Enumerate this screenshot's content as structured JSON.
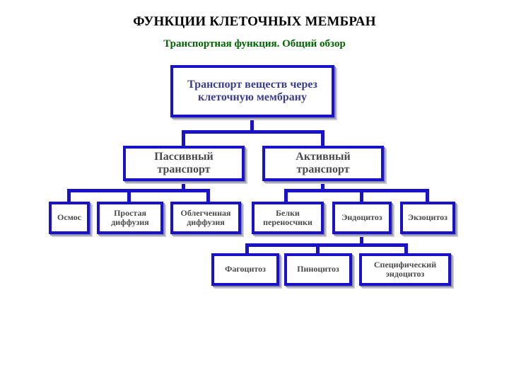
{
  "title": "ФУНКЦИИ КЛЕТОЧНЫХ МЕМБРАН",
  "subtitle": "Транспортная функция. Общий обзор",
  "colors": {
    "box_border": "#1a12c8",
    "title": "#000000",
    "subtitle": "#006400",
    "box_text": "#4a4a4a"
  },
  "nodes": {
    "root": "Транспорт веществ через клеточную мембрану",
    "passive": "Пассивный транспорт",
    "active": "Активный транспорт",
    "osmosis": "Осмос",
    "simple_diffusion": "Простая диффузия",
    "facilitated_diffusion": "Облегченная диффузия",
    "carrier_proteins": "Белки переносчики",
    "endocytosis": "Эндоцитоз",
    "exocytosis": "Экзоцитоз",
    "phagocytosis": "Фагоцитоз",
    "pinocytosis": "Пиноцитоз",
    "specific_endocytosis": "Специфический эндоцитоз"
  }
}
